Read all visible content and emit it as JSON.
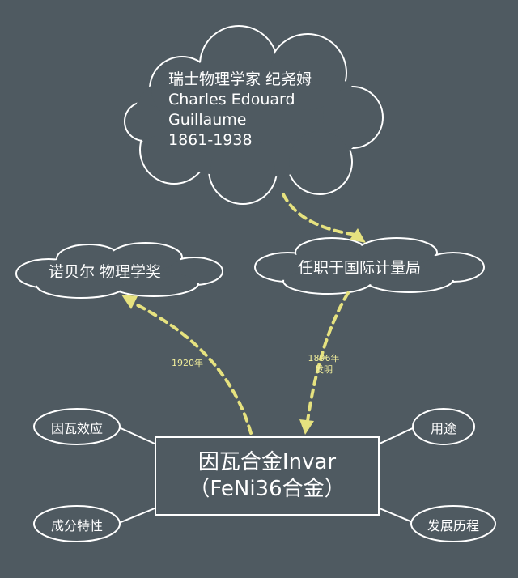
{
  "clouds": {
    "person": {
      "line1": "瑞士物理学家 纪尧姆",
      "line2": "Charles Edouard",
      "line3": "Guillaume",
      "line4": " 1861-1938"
    },
    "nobel": "诺贝尔 物理学奖",
    "bureau": "任职于国际计量局"
  },
  "arrow_labels": {
    "year_1920": "1920年",
    "year_1896": "1896年",
    "invented": "发明"
  },
  "main_node": {
    "line1": "因瓦合金Invar",
    "line2": "（FeNi36合金）"
  },
  "side_nodes": {
    "invar_effect": "因瓦效应",
    "properties": "成分特性",
    "uses": "用途",
    "history": "发展历程"
  },
  "colors": {
    "background": "#4f5a61",
    "stroke": "#ffffff",
    "arrow": "#e6e27f"
  }
}
